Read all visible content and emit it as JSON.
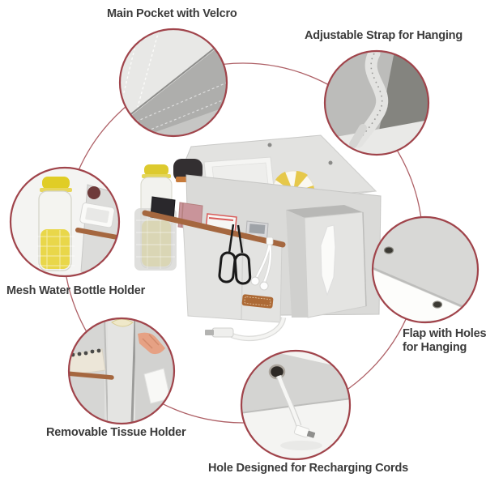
{
  "image_type": "product feature infographic",
  "product": {
    "name": "felt bedside caddy organizer",
    "depicted_items": [
      "gray felt caddy body",
      "hanging flap with snap buttons",
      "yellow water bottle in mesh side pocket",
      "white papers and book in main pocket",
      "striped hand fan",
      "black tablet",
      "pink notebook",
      "white phone with red case",
      "silver mp3 player",
      "black eyeglasses hanging on leather trim",
      "white earbuds",
      "leather brand patch",
      "removable felt tissue box with white tissue",
      "white usb charging cable through grommet hole"
    ]
  },
  "callouts": [
    {
      "id": "main-pocket",
      "label": "Main Pocket with Velcro",
      "bubble": "main-pocket-closeup"
    },
    {
      "id": "strap",
      "label": "Adjustable Strap for Hanging",
      "bubble": "strap-closeup"
    },
    {
      "id": "bottle",
      "label": "Mesh Water Bottle Holder",
      "bubble": "bottle-holder-closeup"
    },
    {
      "id": "flap",
      "label_line1": "Flap with Holes",
      "label_line2": "for Hanging",
      "bubble": "flap-holes-closeup"
    },
    {
      "id": "tissue",
      "label": "Removable Tissue Holder",
      "bubble": "tissue-holder-closeup"
    },
    {
      "id": "hole",
      "label": "Hole Designed for Recharging Cords",
      "bubble": "cord-hole-closeup"
    }
  ],
  "labels": {
    "main_pocket": "Main Pocket with Velcro",
    "strap": "Adjustable Strap for Hanging",
    "bottle": "Mesh Water Bottle Holder",
    "flap_line1": "Flap with Holes",
    "flap_line2": "for Hanging",
    "tissue": "Removable Tissue Holder",
    "hole": "Hole Designed for Recharging Cords"
  },
  "colors": {
    "accent_ring": "#a0444b",
    "label_text": "#3b3b3b",
    "felt_light": "#e2e2e0",
    "felt_mid": "#c7c7c5",
    "felt_dark": "#9a9a98",
    "leather_brown": "#a5673f",
    "bottle_yellow": "#e8d640",
    "notebook_pink": "#c9949a",
    "phone_red": "#d95b59",
    "hand_skin": "#e6a184",
    "background": "#ffffff"
  }
}
